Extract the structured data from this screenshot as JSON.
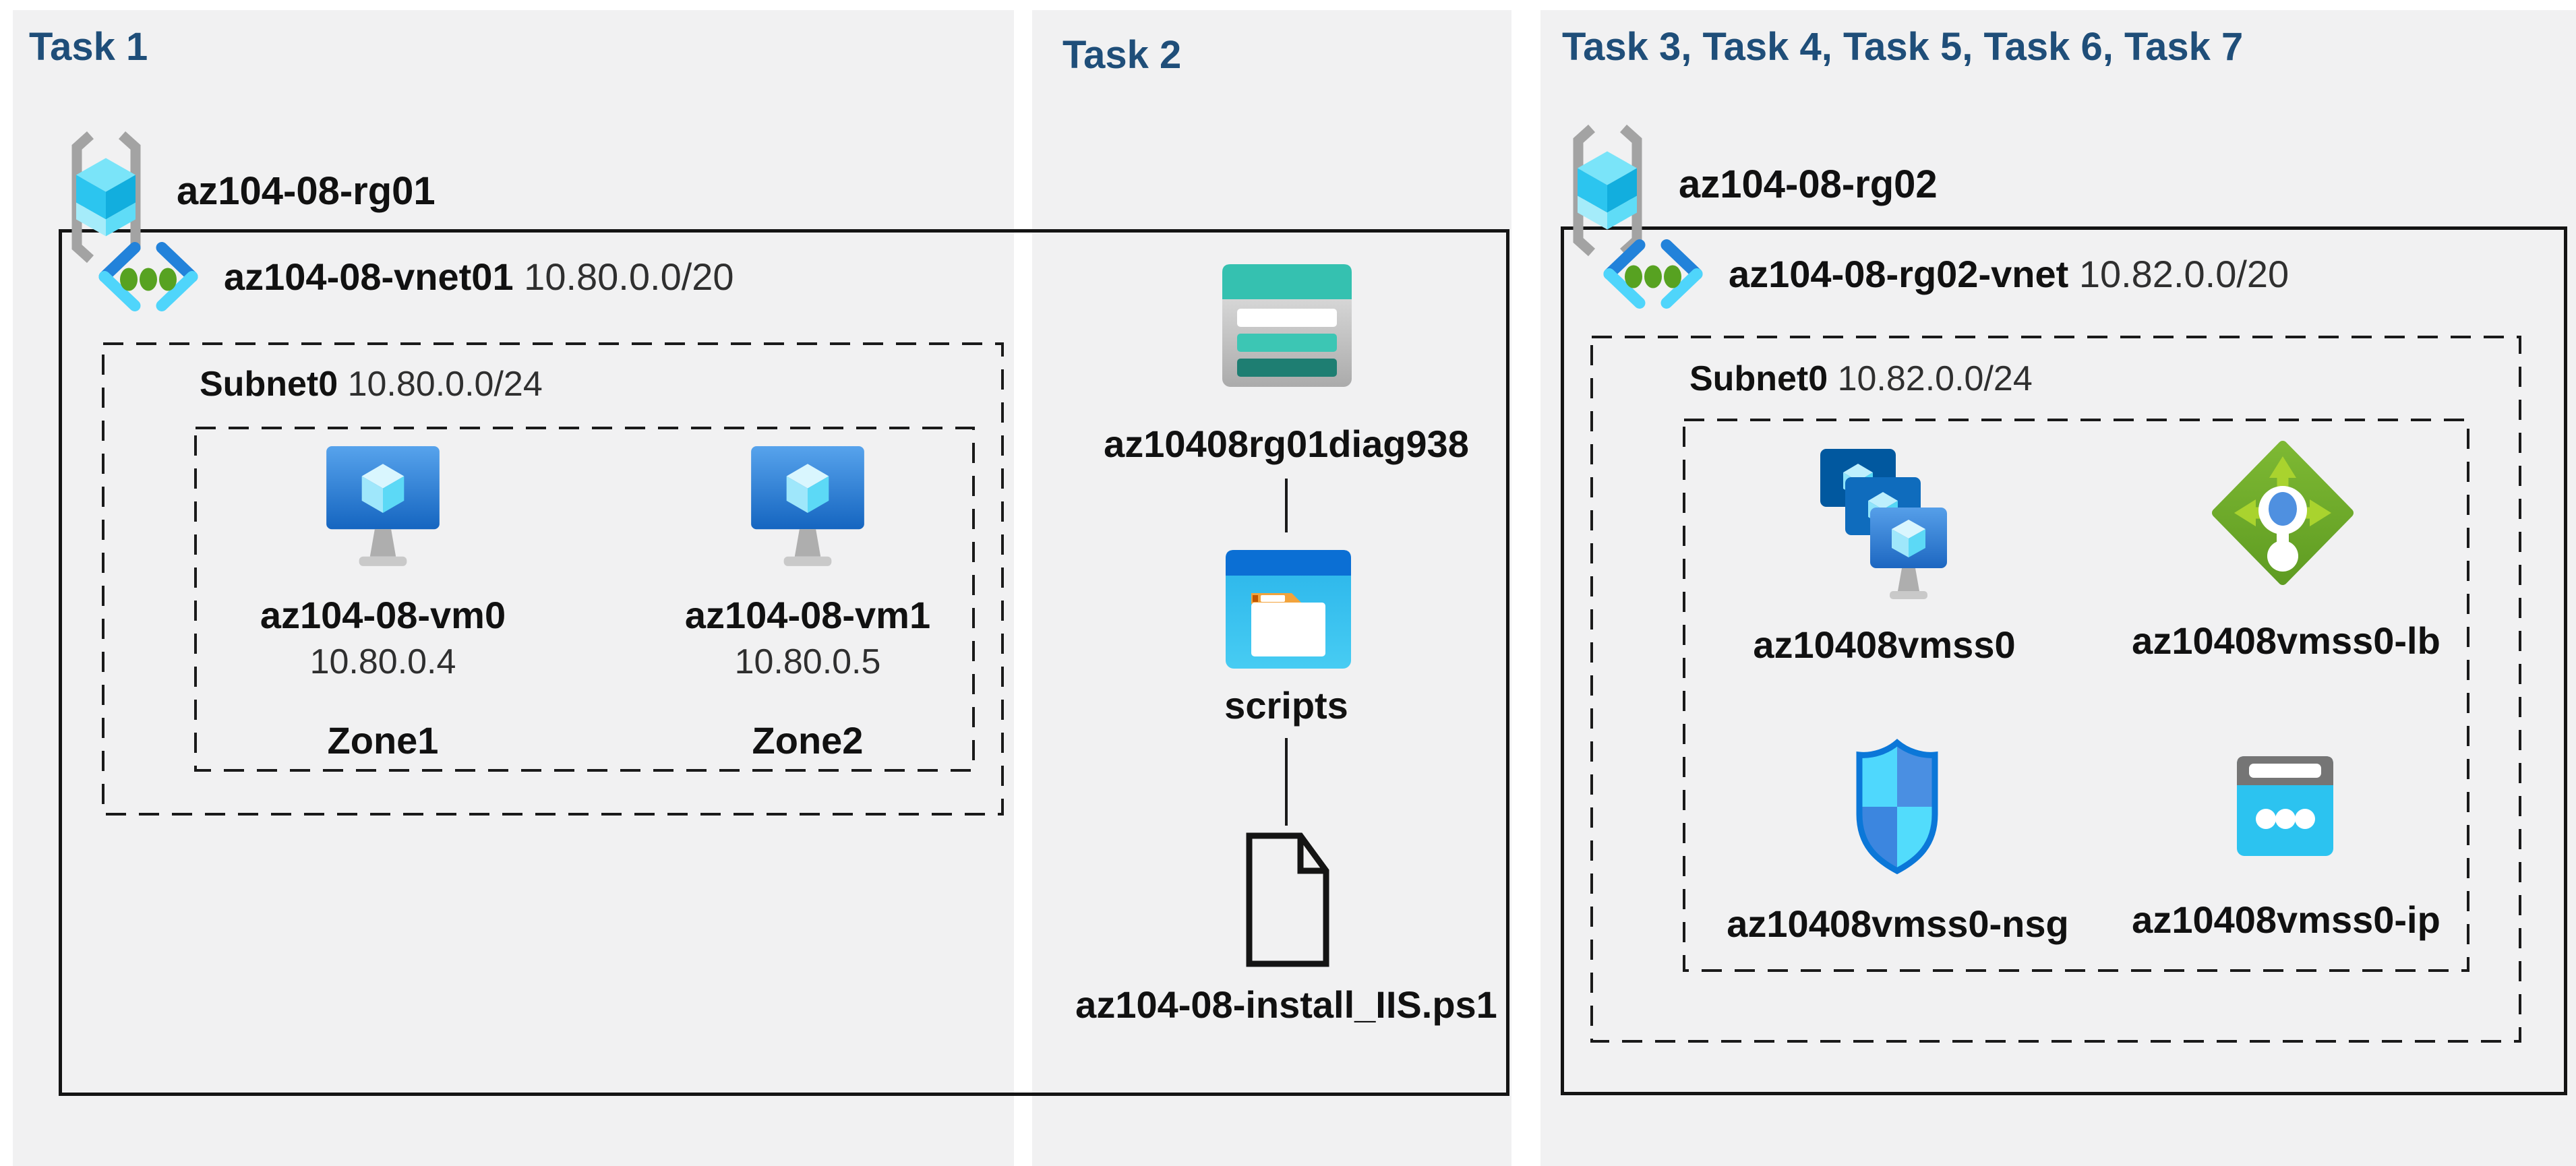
{
  "colors": {
    "accent_navy": "#1F4E79",
    "panel_bg": "#F1F1F2",
    "outline_black": "#141414",
    "teal_storage": "#35C1B0",
    "green_lb": "#72B02C",
    "cyan_azure": "#50D8FD",
    "blue_azure": "#2282DA"
  },
  "icons": {
    "resource_group": "resource-group-icon",
    "virtual_network": "virtual-network-icon",
    "virtual_machine": "virtual-machine-icon",
    "storage_account": "storage-account-icon",
    "folder": "folder-icon",
    "file": "file-icon",
    "vm_scale_set": "vmss-icon",
    "load_balancer": "load-balancer-icon",
    "network_security_group": "nsg-icon",
    "public_ip": "public-ip-icon"
  },
  "panels": {
    "task1": {
      "title": "Task 1",
      "resource_group": {
        "name": "az104-08-rg01"
      },
      "vnet": {
        "name": "az104-08-vnet01",
        "cidr": "10.80.0.0/20"
      },
      "subnet": {
        "name": "Subnet0",
        "cidr": "10.80.0.0/24"
      },
      "vms": [
        {
          "name": "az104-08-vm0",
          "ip": "10.80.0.4",
          "zone": "Zone1"
        },
        {
          "name": "az104-08-vm1",
          "ip": "10.80.0.5",
          "zone": "Zone2"
        }
      ]
    },
    "task2": {
      "title": "Task 2",
      "storage_account": {
        "name": "az10408rg01diag938"
      },
      "container": {
        "name": "scripts"
      },
      "file": {
        "name": "az104-08-install_IIS.ps1"
      }
    },
    "task3": {
      "title": "Task 3, Task 4, Task 5, Task 6, Task 7",
      "resource_group": {
        "name": "az104-08-rg02"
      },
      "vnet": {
        "name": "az104-08-rg02-vnet",
        "cidr": "10.82.0.0/20"
      },
      "subnet": {
        "name": "Subnet0",
        "cidr": "10.82.0.0/24"
      },
      "vmss": {
        "name": "az10408vmss0"
      },
      "load_balancer": {
        "name": "az10408vmss0-lb"
      },
      "nsg": {
        "name": "az10408vmss0-nsg"
      },
      "public_ip": {
        "name": "az10408vmss0-ip"
      }
    }
  }
}
